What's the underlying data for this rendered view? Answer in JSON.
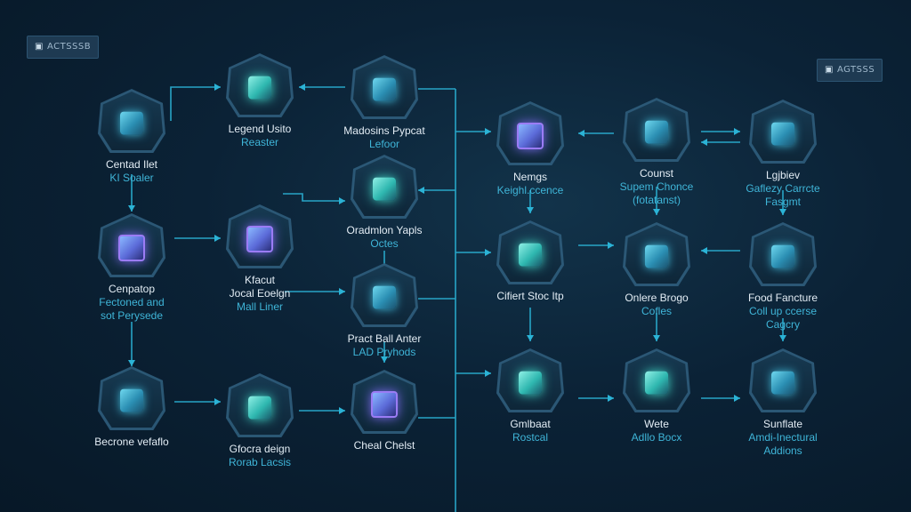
{
  "logos": {
    "left": "ACTSSSB",
    "right": "AGTSSS"
  },
  "nodes": {
    "n1": {
      "line1": "Centad Ilet",
      "line2": "KI Soaler",
      "icon": "server-stack-icon"
    },
    "n2": {
      "line1": "Legend Usito",
      "line2": "Reaster",
      "icon": "cube-icon"
    },
    "n3": {
      "line1": "Madosins Pypcat",
      "line2": "Lefoor",
      "icon": "robot-arm-icon"
    },
    "n4": {
      "line1": "Oradmlon Yapls",
      "line2": "Octes",
      "icon": "platform-icon"
    },
    "n5": {
      "line1": "Cenpatop",
      "line2": "Fectoned and",
      "line3": "sot Perysede",
      "icon": "chip-icon"
    },
    "n6": {
      "line1": "Kfacut",
      "line2": "Jocal Eoelgn",
      "line3": "Mall Liner",
      "icon": "circuit-icon"
    },
    "n7": {
      "line1": "Pract Ball Anter",
      "line2": "LAD Pryhods",
      "icon": "gear-box-icon"
    },
    "n8": {
      "line1": "Becrone vefaflo",
      "line2": "",
      "icon": "cube-icon"
    },
    "n9": {
      "line1": "Gfocra deign",
      "line2": "Rorab Lacsis",
      "icon": "sphere-icon"
    },
    "n10": {
      "line1": "Cheal Chelst",
      "line2": "",
      "icon": "cube-icon"
    },
    "n11": {
      "line1": "Nemgs",
      "line2": "Keighl.ccence",
      "icon": "cube-icon"
    },
    "n12": {
      "line1": "Counst",
      "line2": "Supem Chonce",
      "line3": "(fotatanst)",
      "icon": "monitor-icon"
    },
    "n13": {
      "line1": "Lgjbiev",
      "line2": "Gaflezy Carrcte",
      "line3": "Fasgmt",
      "icon": "building-icon"
    },
    "n14": {
      "line1": "Cifiert Stoc Itp",
      "line2": "",
      "icon": "device-icon"
    },
    "n15": {
      "line1": "Onlere Brogo",
      "line2": "Cofles",
      "icon": "tablet-icon"
    },
    "n16": {
      "line1": "Food Fancture",
      "line2": "Coll up ccerse",
      "line3": "Cagcry",
      "icon": "factory-icon"
    },
    "n17": {
      "line1": "Gmlbaat",
      "line2": "Rostcal",
      "icon": "drone-icon"
    },
    "n18": {
      "line1": "Wete",
      "line2": "Adllo Bocx",
      "icon": "bulb-icon"
    },
    "n19": {
      "line1": "Sunflate",
      "line2": "Amdi-Inectural",
      "line3": "Addions",
      "icon": "tower-icon"
    }
  },
  "colors": {
    "background": "#0b2236",
    "wire": "#2bb3d6",
    "title_text": "#e3edf5",
    "subtitle_text": "#3fb5d8",
    "accent_purple": "#9b7cf5"
  }
}
